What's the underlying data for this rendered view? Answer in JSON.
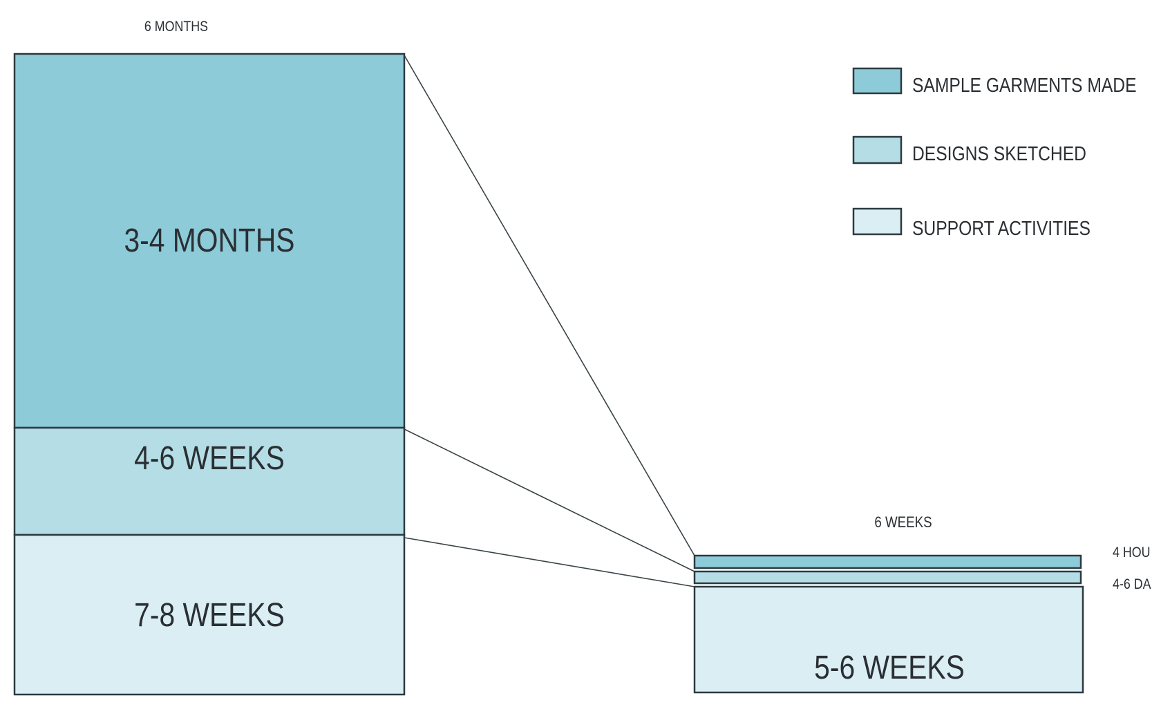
{
  "colors": {
    "sample_garments": "#8ecbd9",
    "designs_sketched": "#b5dde6",
    "support_activities": "#daeef3",
    "outline": "#2b3a40"
  },
  "left": {
    "total_label": "6 MONTHS",
    "segments": [
      {
        "key": "sample_garments",
        "label": "3-4 MONTHS"
      },
      {
        "key": "designs_sketched",
        "label": "4-6 WEEKS"
      },
      {
        "key": "support_activities",
        "label": "7-8 WEEKS"
      }
    ]
  },
  "right": {
    "total_label": "6 WEEKS",
    "segments": [
      {
        "key": "sample_garments",
        "label": "4 HOU"
      },
      {
        "key": "designs_sketched",
        "label": "4-6 DA"
      },
      {
        "key": "support_activities",
        "label": "5-6 WEEKS"
      }
    ]
  },
  "legend": [
    {
      "key": "sample_garments",
      "label": "SAMPLE GARMENTS MADE"
    },
    {
      "key": "designs_sketched",
      "label": "DESIGNS SKETCHED"
    },
    {
      "key": "support_activities",
      "label": "SUPPORT ACTIVITIES"
    }
  ]
}
